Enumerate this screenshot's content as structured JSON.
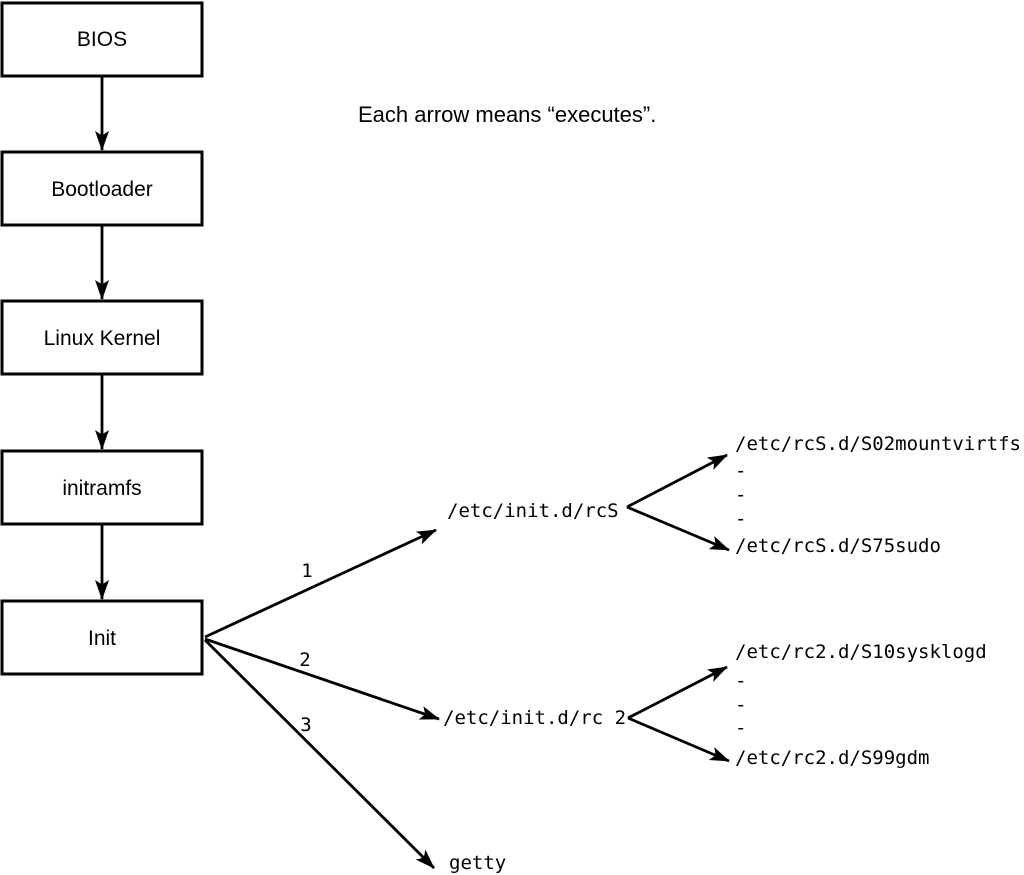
{
  "note": "Each arrow means “executes”.",
  "boxes": [
    {
      "label": "BIOS"
    },
    {
      "label": "Bootloader"
    },
    {
      "label": "Linux Kernel"
    },
    {
      "label": "initramfs"
    },
    {
      "label": "Init"
    }
  ],
  "fanout": {
    "labels": {
      "first": "1",
      "second": "2",
      "third": "3"
    },
    "targets": {
      "rcS": "/etc/init.d/rcS",
      "rc2": "/etc/init.d/rc 2",
      "getty": "getty"
    }
  },
  "rcS_children": {
    "first": "/etc/rcS.d/S02mountvirtfs",
    "dash1": "-",
    "dash2": "-",
    "dash3": "-",
    "last": "/etc/rcS.d/S75sudo"
  },
  "rc2_children": {
    "first": "/etc/rc2.d/S10sysklogd",
    "dash1": "-",
    "dash2": "-",
    "dash3": "-",
    "last": "/etc/rc2.d/S99gdm"
  },
  "colors": {
    "foreground": "#000000",
    "background": "#ffffff"
  }
}
